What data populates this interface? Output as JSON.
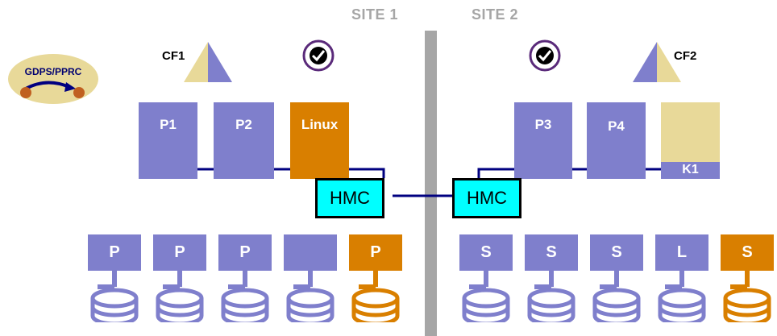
{
  "sites": {
    "site1": "SITE 1",
    "site2": "SITE 2"
  },
  "badge": {
    "label": "GDPS/PPRC"
  },
  "coupling_facilities": {
    "cf1": "CF1",
    "cf2": "CF2"
  },
  "systems": {
    "p1": "P1",
    "p2": "P2",
    "linux": "Linux",
    "p3": "P3",
    "p4": "P4",
    "k1": "K1"
  },
  "hmc": {
    "left": "HMC",
    "right": "HMC"
  },
  "disks_site1": [
    "P",
    "P",
    "P",
    "",
    "P"
  ],
  "disks_site2": [
    "S",
    "S",
    "S",
    "L",
    "S"
  ],
  "colors": {
    "system_blue": "#7f7fcc",
    "linux_orange": "#d97f00",
    "k1_tan": "#e8d999",
    "hmc_cyan": "#00ffff",
    "network_navy": "#000080",
    "divider_gray": "#a6a6a6"
  },
  "icons": [
    "clock-icon",
    "coupling-facility-icon",
    "disk-icon"
  ]
}
